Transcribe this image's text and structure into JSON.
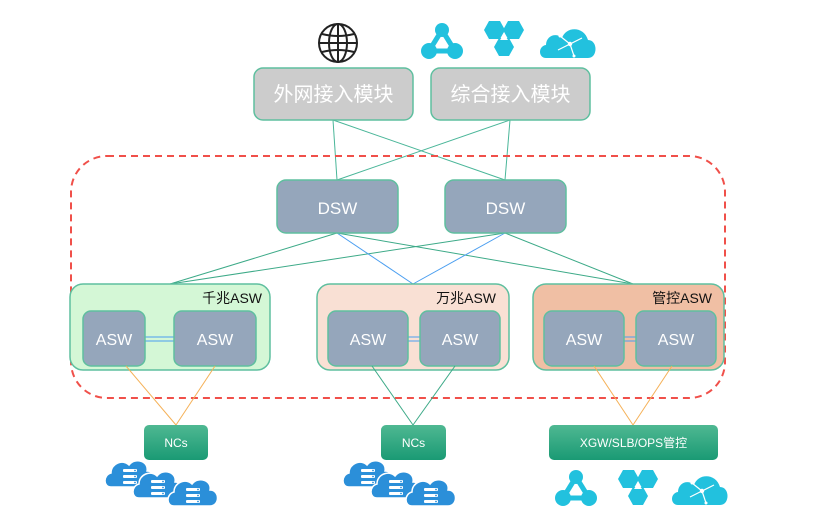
{
  "top_modules": [
    {
      "label": "外网接入模块",
      "icon": "globe-icon"
    },
    {
      "label": "综合接入模块",
      "icon": "cloud-services-icons"
    }
  ],
  "core_zone": {
    "label": ""
  },
  "dsw": [
    {
      "label": "DSW"
    },
    {
      "label": "DSW"
    }
  ],
  "asw_groups": [
    {
      "title": "千兆ASW",
      "fill": "#d4f7d6",
      "switches": [
        "ASW",
        "ASW"
      ]
    },
    {
      "title": "万兆ASW",
      "fill": "#f9e0d4",
      "switches": [
        "ASW",
        "ASW"
      ]
    },
    {
      "title": "管控ASW",
      "fill": "#f0bfa4",
      "switches": [
        "ASW",
        "ASW"
      ]
    }
  ],
  "endpoints": [
    {
      "label": "NCs",
      "icon": "server-cloud-icon",
      "link_color": "#f5b158"
    },
    {
      "label": "NCs",
      "icon": "server-cloud-icon",
      "link_color": "#4ab699"
    },
    {
      "label": "XGW/SLB/OPS管控",
      "icon": "cloud-services-icons",
      "link_color": "#f5b158"
    }
  ],
  "colors": {
    "switch_fill": "#95a6bb",
    "module_fill": "#cccccc",
    "box_border": "#5fbf9f",
    "endpoint_fill": "#24a37e",
    "dashed_border": "#f0504a",
    "green_link": "#3daa88",
    "blue_link": "#4a9ef0",
    "cyan_icon": "#22c1de",
    "blue_cloud": "#2b8fd9"
  }
}
